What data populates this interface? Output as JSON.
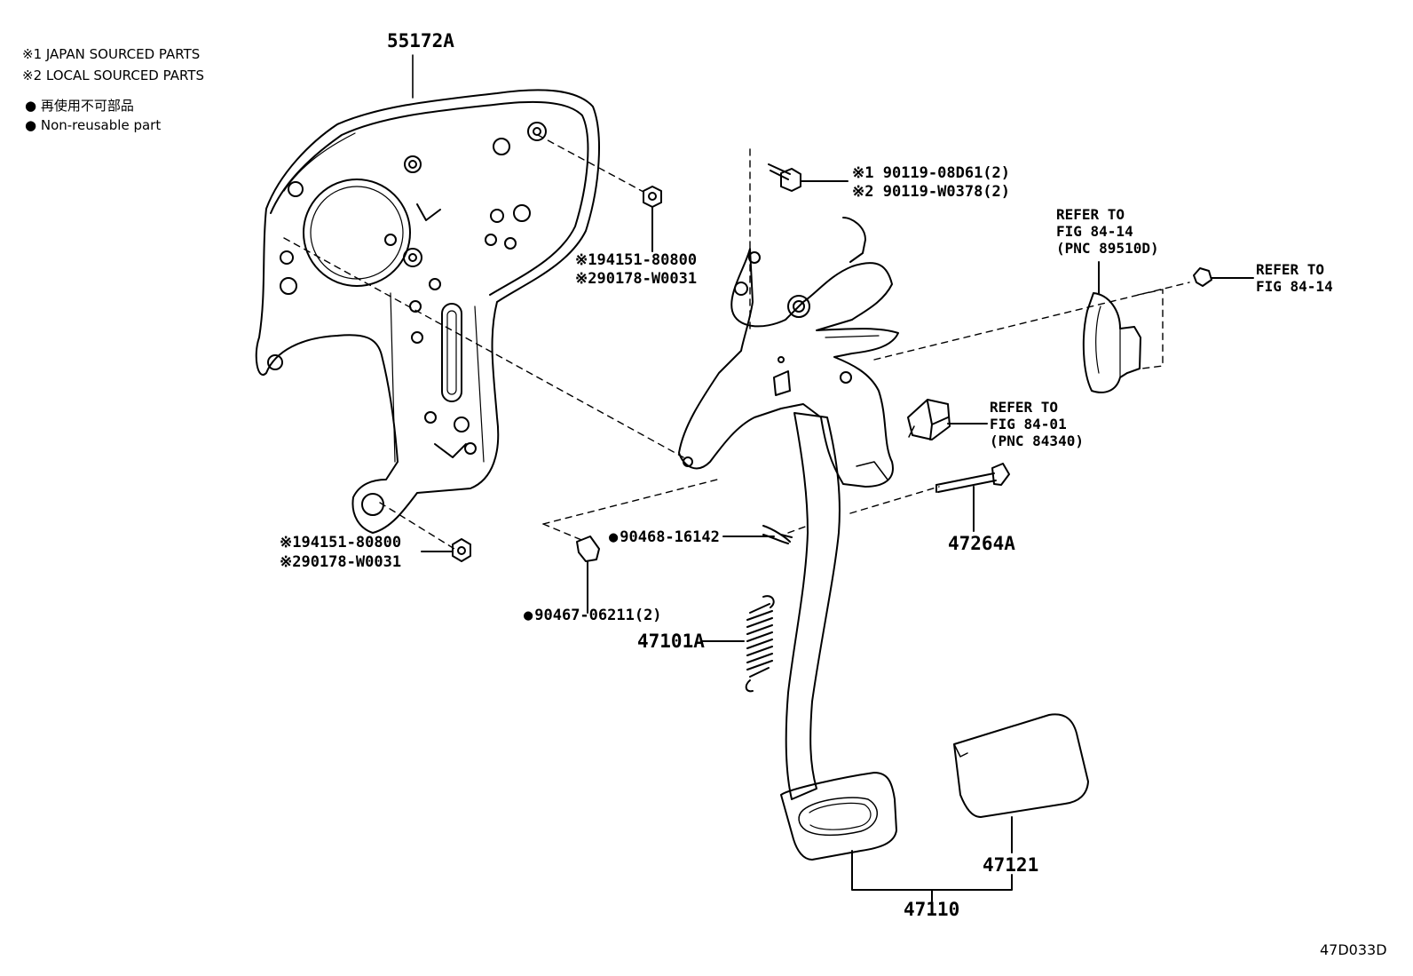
{
  "legend": {
    "japan": "※1 JAPAN SOURCED PARTS",
    "local": "※2 LOCAL SOURCED PARTS",
    "nonreusable_jp": "● 再使用不可部品",
    "nonreusable_en": "● Non-reusable part"
  },
  "parts": {
    "bracket": "55172A",
    "nut_upper_1": "※194151-80800",
    "nut_upper_2": "※290178-W0031",
    "bolt_1": "※1 90119-08D61(2)",
    "bolt_2": "※2 90119-W0378(2)",
    "nut_lower_1": "※194151-80800",
    "nut_lower_2": "※290178-W0031",
    "clip_pin": "90468-16142",
    "clip": "90467-06211(2)",
    "spring": "47101A",
    "shaft": "47264A",
    "pedal_pad": "47121",
    "pedal_assy": "47110"
  },
  "refs": {
    "stop_switch": [
      "REFER TO",
      "FIG 84-14",
      "(PNC 89510D)"
    ],
    "clip_ref": [
      "REFER TO",
      "FIG 84-14"
    ],
    "sensor": [
      "REFER TO",
      "FIG 84-01",
      "(PNC 84340)"
    ]
  },
  "figure_id": "47D033D"
}
